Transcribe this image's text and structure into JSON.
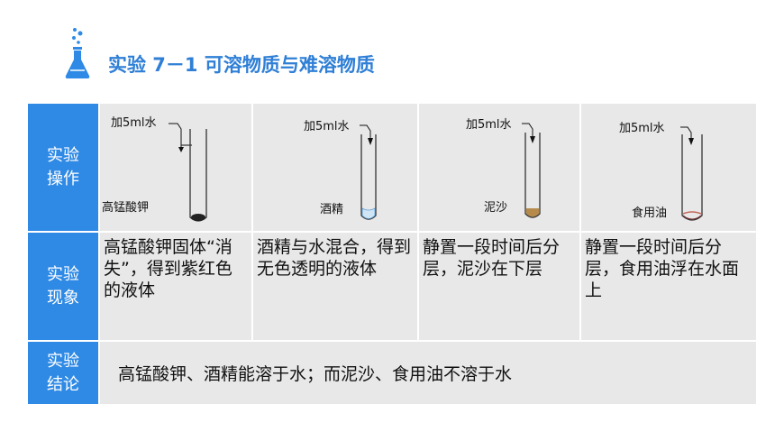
{
  "title": "实验 7－1  可溶物质与难溶物质",
  "row_headers": {
    "operation": [
      "实验",
      "操作"
    ],
    "phenomenon": [
      "实验",
      "现象"
    ],
    "conclusion": [
      "实验",
      "结论"
    ]
  },
  "add_water_label": "加5ml水",
  "experiments": [
    {
      "substance": "高锰酸钾",
      "phenomenon": "高锰酸钾固体“消失”，得到紫红色的液体"
    },
    {
      "substance": "酒精",
      "phenomenon": "酒精与水混合，得到无色透明的液体"
    },
    {
      "substance": "泥沙",
      "phenomenon": "静置一段时间后分层，泥沙在下层"
    },
    {
      "substance": "食用油",
      "phenomenon": "静置一段时间后分层，食用油浮在水面上"
    }
  ],
  "conclusion": "高锰酸钾、酒精能溶于水；而泥沙、食用油不溶于水",
  "colors": {
    "accent": "#2f8ae5",
    "title": "#2f7fd6",
    "cell_bg": "#e8e8e8"
  }
}
